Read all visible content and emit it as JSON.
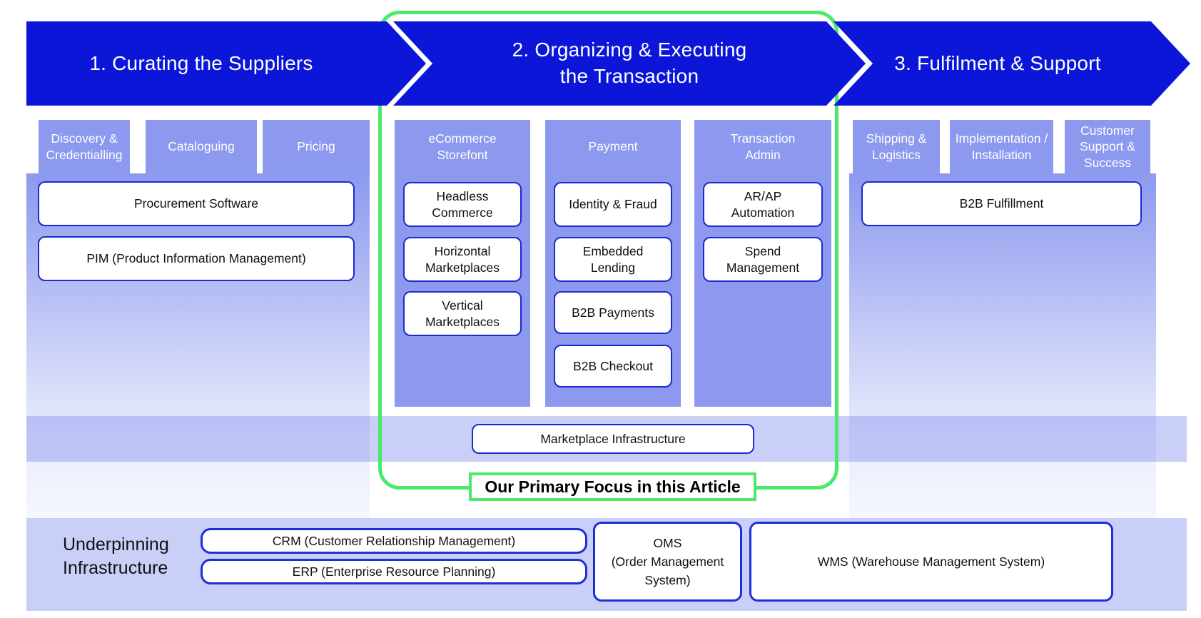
{
  "colors": {
    "arrow_blue": "#0c16d8",
    "column_periwinkle": "#8c99ee",
    "box_border_blue": "#1b29d2",
    "highlight_green": "#4be96a"
  },
  "phases": {
    "curating": {
      "title": "1. Curating the Suppliers",
      "subcategories": [
        "Discovery & Credentialling",
        "Cataloguing",
        "Pricing"
      ],
      "boxes": [
        "Procurement Software",
        "PIM (Product Information Management)"
      ]
    },
    "organizing": {
      "title": "2. Organizing & Executing\nthe Transaction",
      "columns": [
        {
          "header": "eCommerce\nStorefont",
          "boxes": [
            "Headless\nCommerce",
            "Horizontal\nMarketplaces",
            "Vertical\nMarketplaces"
          ]
        },
        {
          "header": "Payment",
          "boxes": [
            "Identity & Fraud",
            "Embedded\nLending",
            "B2B Payments",
            "B2B Checkout"
          ]
        },
        {
          "header": "Transaction\nAdmin",
          "boxes": [
            "AR/AP\nAutomation",
            "Spend\nManagement"
          ]
        }
      ],
      "marketplace_box": "Marketplace Infrastructure"
    },
    "fulfilment": {
      "title": "3.  Fulfilment & Support",
      "subcategories": [
        "Shipping & Logistics",
        "Implementation / Installation",
        "Customer Support & Success"
      ],
      "boxes": [
        "B2B Fulfillment"
      ]
    }
  },
  "focus": {
    "label": "Our Primary Focus in this Article"
  },
  "underpinning": {
    "label": "Underpinning\nInfrastructure",
    "boxes": [
      "CRM (Customer Relationship Management)",
      "ERP (Enterprise Resource Planning)",
      "OMS\n(Order Management\nSystem)",
      "WMS (Warehouse Management System)"
    ]
  }
}
